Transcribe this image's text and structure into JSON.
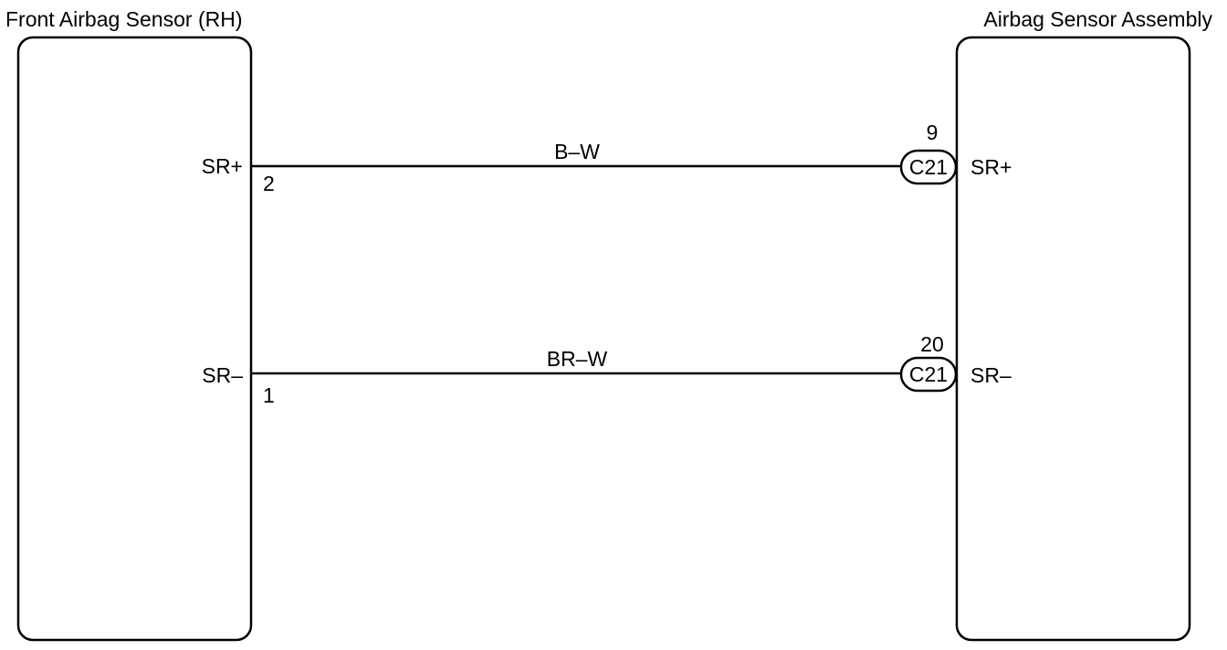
{
  "left_component": {
    "title": "Front Airbag Sensor (RH)",
    "terminals": [
      {
        "name": "SR+",
        "pin": "2"
      },
      {
        "name": "SR–",
        "pin": "1"
      }
    ]
  },
  "right_component": {
    "title": "Airbag Sensor Assembly",
    "terminals": [
      {
        "name": "SR+",
        "pin": "9",
        "connector": "C21"
      },
      {
        "name": "SR–",
        "pin": "20",
        "connector": "C21"
      }
    ]
  },
  "wires": [
    {
      "color_code": "B–W"
    },
    {
      "color_code": "BR–W"
    }
  ]
}
